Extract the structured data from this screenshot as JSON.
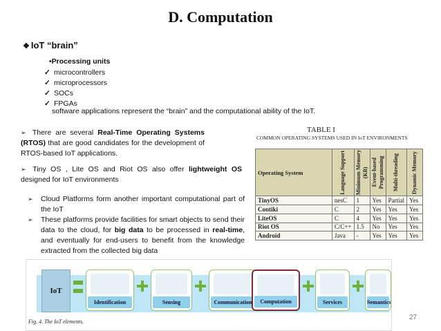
{
  "title": "D. Computation",
  "brain": {
    "bullet_icon": "diamond-check-icon",
    "text": "IoT “brain”"
  },
  "processing": {
    "heading": "•Processing units",
    "items": [
      "microcontrollers",
      "microprocessors",
      "SOCs",
      "FPGAs"
    ],
    "check": "✓",
    "summary": "software applications represent the “brain” and the computational ability of the IoT."
  },
  "para1": {
    "pre": "There are several ",
    "bold": "Real-Time Operating Systems (RTOS)",
    "post": " that are good candidates for the development of RTOS-based IoT applications."
  },
  "para2": {
    "pre": "Tiny OS , Lite OS  and Riot OS  also offer ",
    "bold": "lightweight OS",
    "post": " designed for IoT environments"
  },
  "para3": {
    "item1": "Cloud Platforms form another important computational part of the IoT",
    "item2_pre": "These platforms provide facilities for smart objects to send their data to the cloud, for ",
    "item2_bold1": "big data",
    "item2_mid": " to be  processed in ",
    "item2_bold2": "real-time",
    "item2_post": ", and eventually for end-users to benefit from the knowledge extracted from the collected big data"
  },
  "arrow": "➢",
  "table": {
    "caption": "TABLE I",
    "subtitle": "COMMON OPERATING SYSTEMS USED IN IoT ENVIRONMENTS",
    "headers": [
      "Operating System",
      "Language Support",
      "Minimum Memory (KB)",
      "Event-based Programming",
      "Multi-threading",
      "Dynamic Memory"
    ],
    "rows": [
      [
        "TinyOS",
        "nesC",
        "1",
        "Yes",
        "Partial",
        "Yes"
      ],
      [
        "Contiki",
        "C",
        "2",
        "Yes",
        "Yes",
        "Yes"
      ],
      [
        "LiteOS",
        "C",
        "4",
        "Yes",
        "Yes",
        "Yes"
      ],
      [
        "Riot OS",
        "C/C++",
        "1.5",
        "No",
        "Yes",
        "Yes"
      ],
      [
        "Android",
        "Java",
        "-",
        "Yes",
        "Yes",
        "Yes"
      ]
    ]
  },
  "figure": {
    "iot": "IoT",
    "cards": [
      "Identification",
      "Sensing",
      "Communication",
      "Computation",
      "Services",
      "Semantics"
    ],
    "caption": "Fig. 4.  The IoT elements."
  },
  "page_number": "27"
}
